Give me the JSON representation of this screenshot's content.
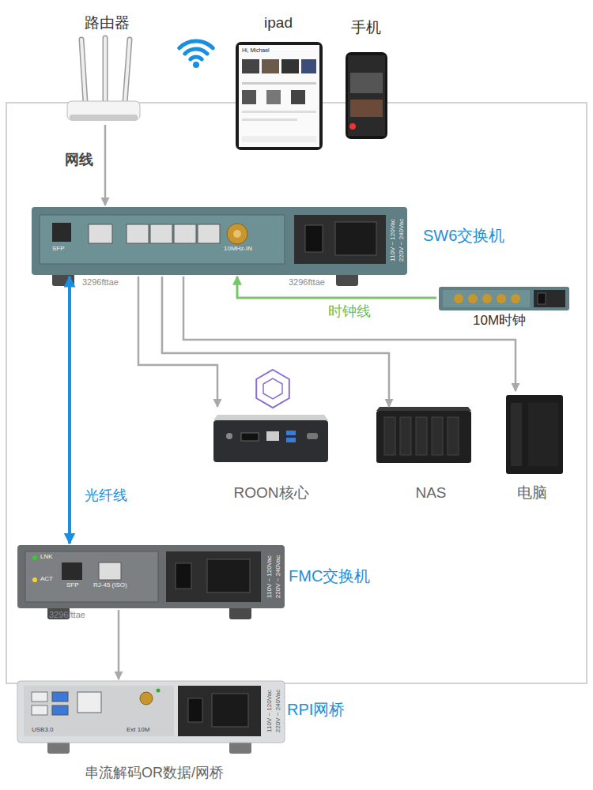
{
  "diagram": {
    "nodes": [
      {
        "text": [
          "路由器"
        ]
      },
      {
        "text": [
          "ipad"
        ]
      },
      {
        "text": [
          "手机"
        ]
      },
      {
        "text": [
          "SW6交换机"
        ]
      },
      {
        "text": [
          "10M时钟"
        ]
      },
      {
        "text": [
          "ROON核心"
        ]
      },
      {
        "text": [
          "NAS"
        ]
      },
      {
        "text": [
          "电脑"
        ]
      },
      {
        "text": [
          "FMC交换机"
        ]
      },
      {
        "text": [
          "RPI网桥",
          "串流解码OR数据/网桥"
        ]
      }
    ],
    "edges": [
      {
        "from": 0,
        "to": 3,
        "arrow": "to",
        "label": "网线"
      },
      {
        "from": 4,
        "to": 3,
        "arrow": "to",
        "label": "时钟线"
      },
      {
        "from": 3,
        "to": 5,
        "arrow": "to"
      },
      {
        "from": 3,
        "to": 6,
        "arrow": "to"
      },
      {
        "from": 3,
        "to": 7,
        "arrow": "to"
      },
      {
        "from": 3,
        "to": 8,
        "arrow": "both",
        "label": "光纤线"
      },
      {
        "from": 8,
        "to": 9,
        "arrow": "to"
      }
    ],
    "labels": [
      "SFP",
      "10MHz-IN",
      "110V ~ 120Vac",
      "220V ~ 240Vac",
      "LNK",
      "ACT",
      "SFP",
      "RJ-45 (ISO)",
      "110V ~ 120Vac",
      "220V ~ 240Vac",
      "USB3.0",
      "Ext 10M",
      "110V ~ 120Vac",
      "220V ~ 240Vac",
      "Hi, Michael",
      "3296fttae",
      "3296fttae",
      "3296fttae"
    ]
  }
}
